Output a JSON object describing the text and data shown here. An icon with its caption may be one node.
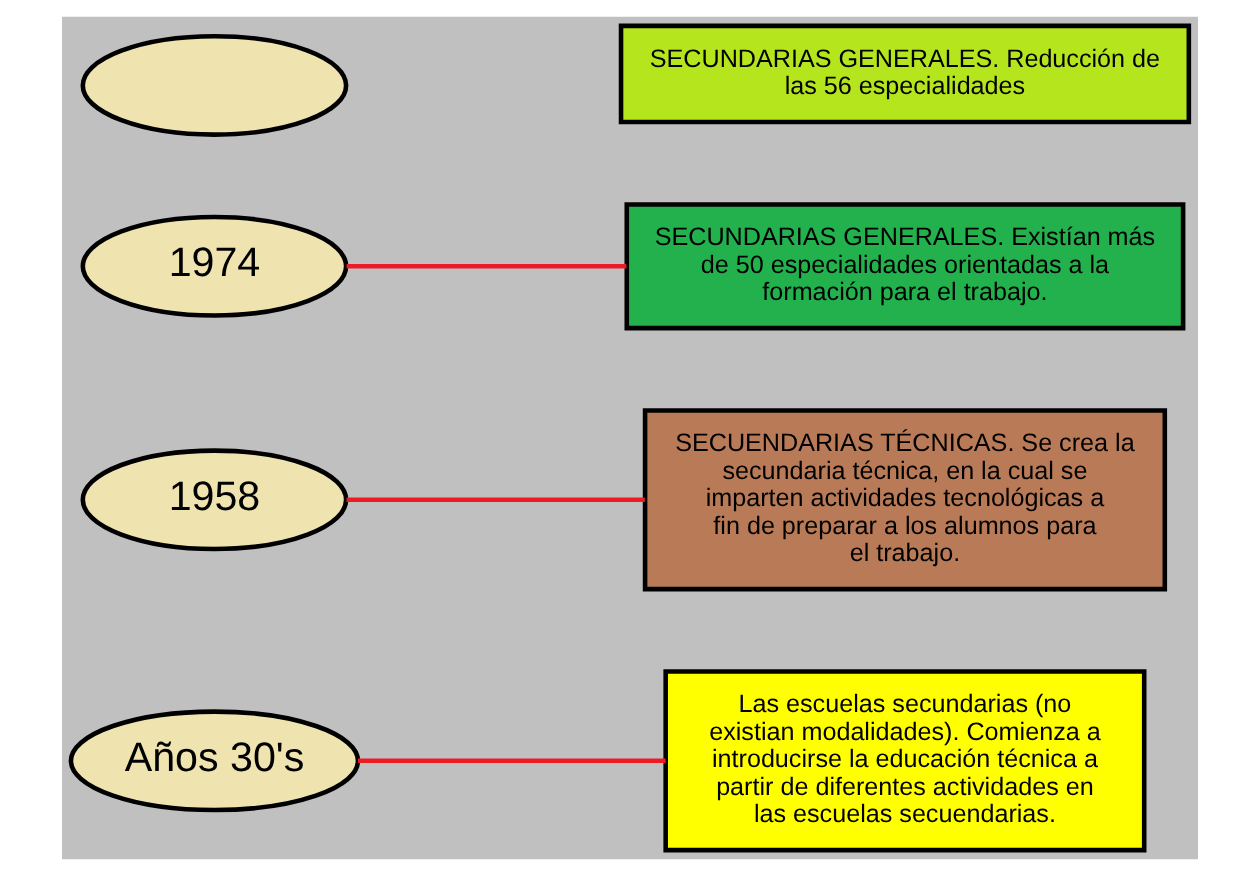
{
  "diagram": {
    "nodes": [
      {
        "text": [
          "Años 30's"
        ]
      },
      {
        "text": [
          "Las escuelas secundarias (no existian modalidades). Comienza a introducirse la educación técnica a partir de diferentes actividades en las escuelas secuendarias."
        ]
      },
      {
        "text": [
          "1958"
        ]
      },
      {
        "text": [
          "SECUENDARIAS TÉCNICAS. Se crea la secundaria técnica, en la cual se imparten actividades tecnológicas a fin de preparar a los alumnos para el trabajo."
        ]
      },
      {
        "text": [
          "1974"
        ]
      },
      {
        "text": [
          "SECUNDARIAS GENERALES. Existían más de 50 especialidades orientadas a la formación para el trabajo."
        ]
      },
      {
        "text": [],
        "shape": "ellipse"
      },
      {
        "text": [
          "SECUNDARIAS GENERALES. Reducción de las 56 especialidades"
        ]
      }
    ],
    "edges": [
      {
        "from": 0,
        "to": 1,
        "arrow": "none"
      },
      {
        "from": 2,
        "to": 3,
        "arrow": "none"
      },
      {
        "from": 4,
        "to": 5,
        "arrow": "none"
      }
    ]
  }
}
